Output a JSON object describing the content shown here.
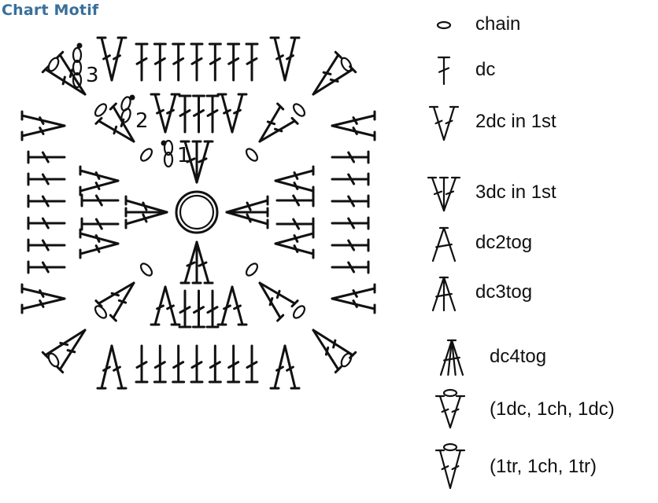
{
  "title": "Chart Motif",
  "colors": {
    "title": "#3a6f9b",
    "ink": "#111111",
    "background": "#ffffff"
  },
  "round_numbers": [
    "1",
    "2",
    "3"
  ],
  "legend": [
    {
      "icon": "chain-symbol-icon",
      "label": "chain"
    },
    {
      "icon": "dc-symbol-icon",
      "label": "dc"
    },
    {
      "icon": "two-dc-in-first-symbol-icon",
      "label": "2dc in 1st"
    },
    {
      "icon": "three-dc-in-first-symbol-icon",
      "label": "3dc in 1st"
    },
    {
      "icon": "dc2tog-symbol-icon",
      "label": "dc2tog"
    },
    {
      "icon": "dc3tog-symbol-icon",
      "label": "dc3tog"
    },
    {
      "icon": "dc4tog-symbol-icon",
      "label": "dc4tog"
    },
    {
      "icon": "dc-ch-dc-corner-symbol-icon",
      "label": "(1dc, 1ch, 1dc)"
    },
    {
      "icon": "tr-ch-tr-corner-symbol-icon",
      "label": "(1tr, 1ch, 1tr)"
    }
  ]
}
